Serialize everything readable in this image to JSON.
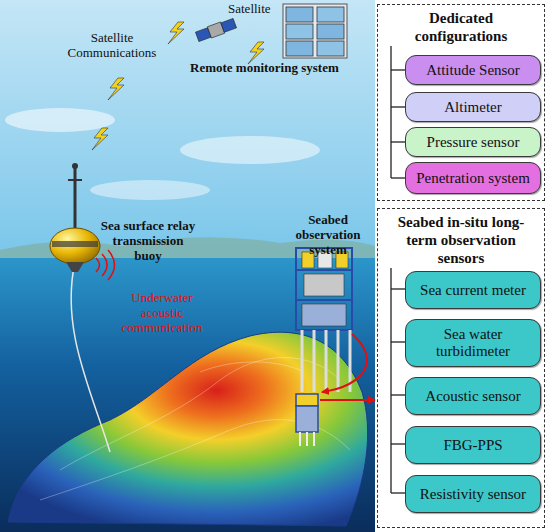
{
  "diagram": {
    "nodes": [
      {
        "text": [
          "Dedicated configurations"
        ]
      },
      {
        "text": [
          "Attitude Sensor"
        ],
        "in": 0
      },
      {
        "text": [
          "Altimeter"
        ],
        "in": 0
      },
      {
        "text": [
          "Pressure sensor"
        ],
        "in": 0
      },
      {
        "text": [
          "Penetration system"
        ],
        "in": 0
      },
      {
        "text": [
          "Seabed in-situ long-term observation sensors"
        ]
      },
      {
        "text": [
          "Sea current meter"
        ],
        "in": 5
      },
      {
        "text": [
          "Sea water turbidimeter"
        ],
        "in": 5
      },
      {
        "text": [
          "Acoustic sensor"
        ],
        "in": 5
      },
      {
        "text": [
          "FBG-PPS"
        ],
        "in": 5
      },
      {
        "text": [
          "Resistivity sensor"
        ],
        "in": 5
      }
    ],
    "labels": [
      "Satellite",
      "Satellite Communications",
      "Remote monitoring system",
      "Sea surface relay transmission buoy",
      "Seabed observation system",
      "Underwater acoustic communication"
    ]
  }
}
